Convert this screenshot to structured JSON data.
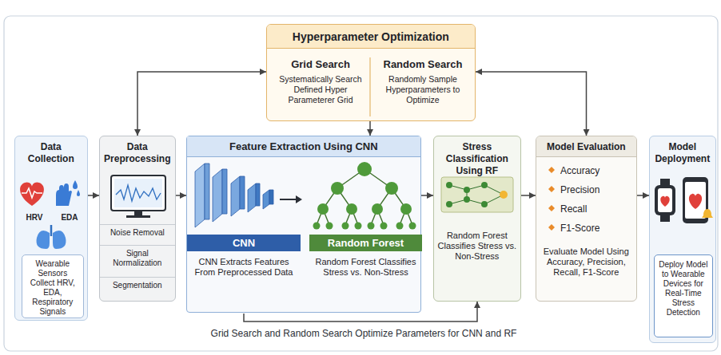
{
  "diagram": {
    "caption": "Grid Search and Random Search Optimize Parameters for CNN and RF",
    "nodes": [
      {
        "text": [
          "Hyperparameter Optimization"
        ]
      },
      {
        "text": [
          "Grid Search",
          "Systematically Search Defined Hyper Parameterer Grid"
        ],
        "in": 0
      },
      {
        "text": [
          "Random Search",
          "Randomly Sample Hyperparameters to Optimize"
        ],
        "in": 0
      },
      {
        "text": [
          "Data Collection",
          "HRV",
          "EDA"
        ]
      },
      {
        "text": [
          "Wearable Sensors Collect HRV, EDA, Respiratory Signals"
        ],
        "in": 3
      },
      {
        "text": [
          "Data Preprocessing",
          "Noise Removal",
          "Signal Normalization",
          "Segmentation"
        ]
      },
      {
        "text": [
          "Feature Extraction Using CNN"
        ]
      },
      {
        "text": [
          "CNN",
          "CNN Extracts Features From Preprocessed Data"
        ],
        "in": 6
      },
      {
        "text": [
          "Random Forest",
          "Random Forest Classifies Stress vs. Non-Stress"
        ],
        "in": 6
      },
      {
        "text": [
          "Stress Classification Using RF",
          "Random Forest Classifies Stress vs. Non-Stress"
        ]
      },
      {
        "text": [
          "Model Evaluation",
          "Accuracy",
          "Precision",
          "Recall",
          "F1-Score",
          "Evaluate Model Using Accuracy, Precision, Recall, F1-Score"
        ]
      },
      {
        "text": [
          "Model Deployment"
        ]
      },
      {
        "text": [
          "Deploy Model to Wearable Devices for Real-Time Stress Detection"
        ],
        "in": 11
      }
    ],
    "edges": [
      {
        "from": 3,
        "to": 5,
        "arrow": "to"
      },
      {
        "from": 5,
        "to": 6,
        "arrow": "to"
      },
      {
        "from": 7,
        "to": 8,
        "arrow": "to"
      },
      {
        "from": 6,
        "to": 9,
        "arrow": "to"
      },
      {
        "from": 7,
        "to": 9,
        "arrow": "to"
      },
      {
        "from": 9,
        "to": 10,
        "arrow": "to"
      },
      {
        "from": 10,
        "to": 11,
        "arrow": "to"
      },
      {
        "from": 0,
        "to": 5,
        "arrow": "both"
      },
      {
        "from": 0,
        "to": 6,
        "arrow": "to"
      },
      {
        "from": 0,
        "to": 10,
        "arrow": "both"
      }
    ]
  }
}
